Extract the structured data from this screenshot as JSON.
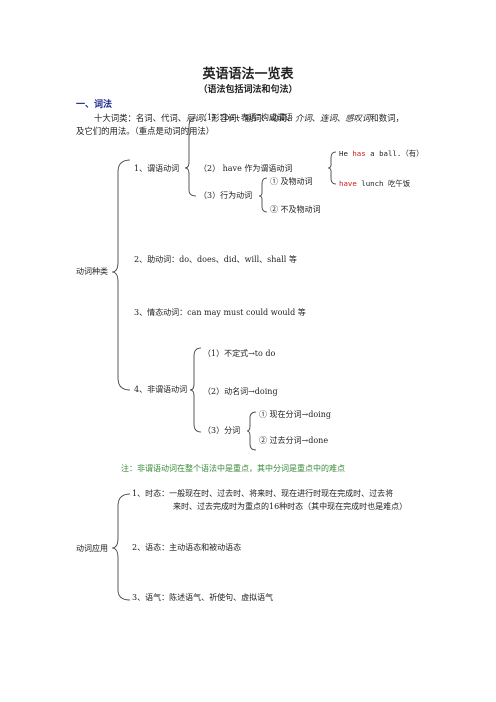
{
  "header": {
    "title": "英语语法一览表",
    "subtitle": "（语法包括词法和句法）"
  },
  "section1": {
    "heading": "一、词法",
    "intro_line1_prefix": "十大词类：名词、代词、",
    "intro_word_guanci": "冠词",
    "intro_line1_mid": "、形容词、副词、动词、",
    "intro_word_jieci": "介词",
    "intro_sep1": "、",
    "intro_word_lianci": "连词",
    "intro_sep2": "、",
    "intro_word_gantanci": "感叹词",
    "intro_line1_suffix": "和数词，",
    "intro_line2": "及它们的用法。（重点是动词的用法）"
  },
  "verb_types": {
    "label": "动词种类",
    "item1": {
      "label": "1、谓语动词",
      "sub1": "（1）“be+表语”构成谓语",
      "sub2": "（2） have 作为谓语动词",
      "sub3": "（3）行为动词",
      "have_ex1_pre": "He ",
      "have_ex1_red": "has",
      "have_ex1_post": " a ball.（有）",
      "have_ex2_red": "have",
      "have_ex2_post": " lunch 吃午饭",
      "act_sub1": "① 及物动词",
      "act_sub2": "② 不及物动词"
    },
    "item2": "2、助动词：do、does、did、will、shall 等",
    "item3": "3、情态动词：can may must could would 等",
    "item4": {
      "label": "4、非谓语动词",
      "sub1": "（1）不定式→to do",
      "sub2": "（2）动名词→doing",
      "sub3": "（3）分词",
      "part1": "① 现在分词→doing",
      "part2": "② 过去分词→done"
    },
    "note": "注：非谓语动词在整个语法中是重点，其中分词是重点中的难点"
  },
  "verb_usage": {
    "label": "动词应用",
    "item1_line1": "1、时态：一般现在时、过去时、将来时、现在进行时现在完成时、过去将",
    "item1_line2": "来时、过去完成时为重点的16种时态（其中现在完成时也是难点）",
    "item2": "2、语态：主动语态和被动语态",
    "item3": "3、语气：陈述语气、祈使句、虚拟语气"
  }
}
